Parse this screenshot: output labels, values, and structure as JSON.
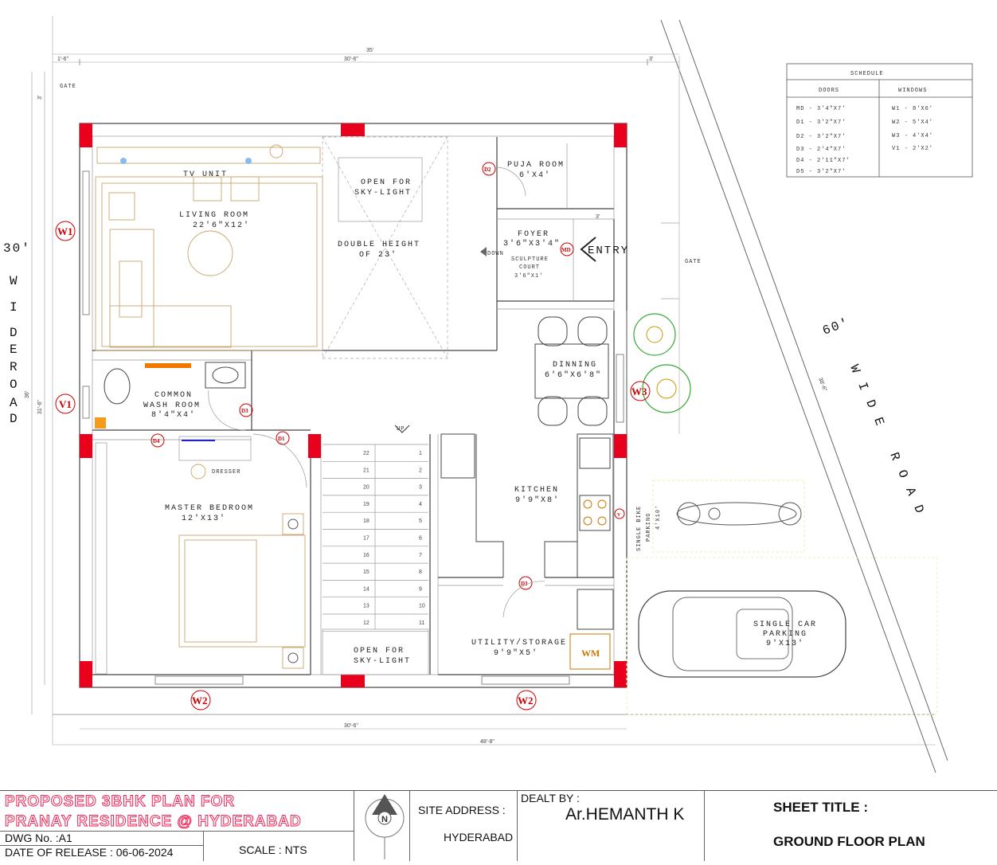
{
  "top_dimensions": {
    "total": "35'",
    "left": "1'-6\"",
    "mid": "30'-6\"",
    "right": "3'"
  },
  "bottom_dimensions": {
    "inner": "30'-6\"",
    "outer": "48'-8\""
  },
  "side_dimensions": {
    "left_outer": "36'",
    "left_inner": "31'-6\"",
    "gap": "3'",
    "right_diag": "38'-6\""
  },
  "gate_labels": {
    "left": "GATE",
    "right": "GATE"
  },
  "roads": {
    "left": [
      "30'",
      "W",
      "I",
      "D",
      "E",
      "R",
      "O",
      "A",
      "D"
    ],
    "right": [
      "60'",
      "W",
      "I",
      "D",
      "E",
      "R",
      "O",
      "A",
      "D"
    ]
  },
  "schedule": {
    "title": "SCHEDULE",
    "doors_header": "DOORS",
    "windows_header": "WINDOWS",
    "doors": [
      "MD - 3'4\"X7'",
      "D1 - 3'2\"X7'",
      "D2 - 3'2\"X7'",
      "D3 - 2'4\"X7'",
      "D4 - 2'11\"X7'",
      "D5 - 3'2\"X7'"
    ],
    "windows": [
      "W1 - 8'X6'",
      "W2 - 5'X4'",
      "W3 - 4'X4'",
      "V1 - 2'X2'"
    ]
  },
  "rooms": {
    "tv_unit": "TV UNIT",
    "living_name": "LIVING ROOM",
    "living_size": "22'6\"X12'",
    "skylight1_a": "OPEN FOR",
    "skylight1_b": "SKY-LIGHT",
    "double_a": "DOUBLE HEIGHT",
    "double_b": "OF 23'",
    "puja_name": "PUJA ROOM",
    "puja_size": "6'X4'",
    "foyer_name": "FOYER",
    "foyer_size": "3'6\"X3'4\"",
    "sculpture_a": "SCULPTURE",
    "sculpture_b": "COURT",
    "sculpture_size": "3'6\"X1'",
    "down": "DOWN",
    "entry": "ENTRY",
    "dinning_name": "DINNING",
    "dinning_size": "6'6\"X6'8\"",
    "washroom_a": "COMMON",
    "washroom_b": "WASH ROOM",
    "washroom_size": "8'4\"X4'",
    "dresser": "DRESSER",
    "master_name": "MASTER BEDROOM",
    "master_size": "12'X13'",
    "up": "UP",
    "kitchen_name": "KITCHEN",
    "kitchen_size": "9'9\"X8'",
    "utility_name": "UTILITY/STORAGE",
    "utility_size": "9'9\"X5'",
    "wm": "WM",
    "skylight2_a": "OPEN FOR",
    "skylight2_b": "SKY-LIGHT",
    "bike_a": "SINGLE BIKE",
    "bike_b": "PARKING",
    "bike_size": "4'X10'",
    "car_a": "SINGLE CAR",
    "car_b": "PARKING",
    "car_size": "9'X13'",
    "gap_3": "3'"
  },
  "tags": {
    "w1": "W1",
    "v1": "V1",
    "w2a": "W2",
    "w2b": "W2",
    "w3": "W3",
    "md": "MD",
    "d1": "D1",
    "d2": "D2",
    "d3a": "D3",
    "d3b": "D3",
    "d4": "D4",
    "v": "V"
  },
  "stairs_left": [
    "22",
    "21",
    "20",
    "19",
    "18",
    "17",
    "16",
    "15",
    "14",
    "13",
    "12"
  ],
  "stairs_right": [
    "1",
    "2",
    "3",
    "4",
    "5",
    "6",
    "7",
    "8",
    "9",
    "10",
    "11"
  ],
  "title_block": {
    "project_line1": "PROPOSED 3BHK PLAN FOR",
    "project_line2": "PRANAY RESIDENCE @ HYDERABAD",
    "dwg_no": "DWG No. :A1",
    "release": "DATE OF RELEASE : 06-06-2024",
    "scale": "SCALE : NTS",
    "north": "N",
    "site_label": "SITE ADDRESS :",
    "site_value": "HYDERABAD",
    "dealt_label": "DEALT BY :",
    "dealt_value": "Ar.HEMANTH K",
    "sheet_label": "SHEET TITLE :",
    "sheet_value": "GROUND FLOOR PLAN"
  },
  "colors": {
    "column": "#e8001c",
    "tag": "#cc0000",
    "furniture": "#c9a56a"
  }
}
